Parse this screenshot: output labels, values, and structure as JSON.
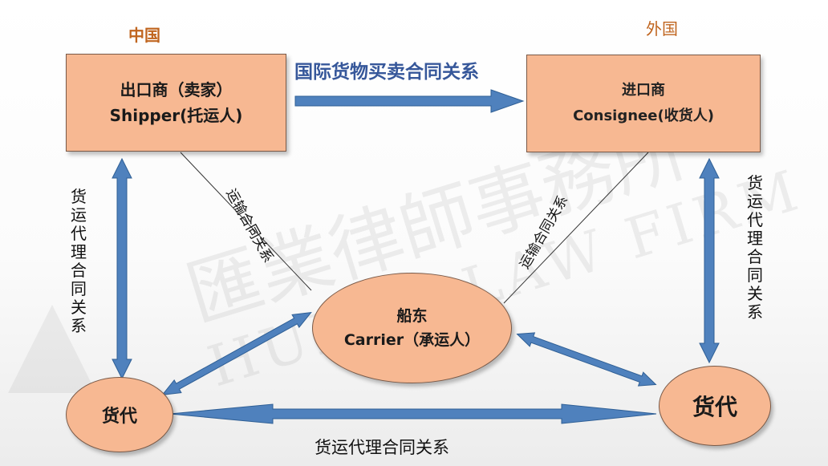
{
  "countries": {
    "left": "中国",
    "right": "外国"
  },
  "top_relation": "国际货物买卖合同关系",
  "exporter": {
    "line1": "出口商（卖家）",
    "line2": "Shipper(托运人)"
  },
  "importer": {
    "line1": "进口商",
    "line2": "Consignee(收货人)"
  },
  "carrier": {
    "line1": "船东",
    "line2": "Carrier（承运人）"
  },
  "forwarder_left": "货代",
  "forwarder_right": "货代",
  "left_vertical": "货运代理合同关系",
  "right_vertical": "货运代理合同关系",
  "diag_left": "运输合同关系",
  "diag_right": "运输合同关系",
  "bottom_relation": "货运代理合同关系",
  "watermark": {
    "cn": "匯業律師事務所",
    "en": "HUI YE LAW FIRM"
  },
  "colors": {
    "node_fill": "#f7b892",
    "arrow_fill": "#4f81bd",
    "left_country": "#c0651f",
    "right_country": "#c0651f"
  }
}
